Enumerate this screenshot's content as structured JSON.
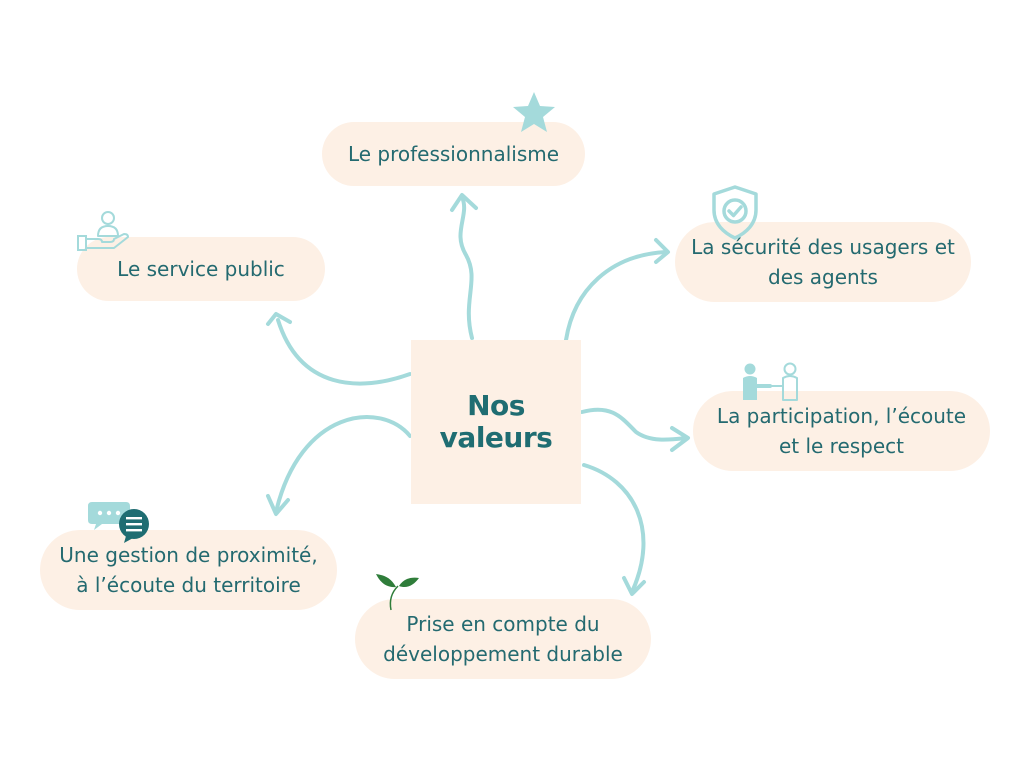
{
  "diagram": {
    "center": {
      "title": "Nos valeurs"
    },
    "values": [
      {
        "id": "professionnalisme",
        "label": "Le professionnalisme",
        "icon": "star-icon"
      },
      {
        "id": "securite",
        "label": "La sécurité des usagers et des agents",
        "icon": "shield-check-icon"
      },
      {
        "id": "participation",
        "label": "La participation, l’écoute et le respect",
        "icon": "handshake-icon"
      },
      {
        "id": "durable",
        "label": "Prise en compte du développement durable",
        "icon": "sprout-icon"
      },
      {
        "id": "gestion",
        "label": "Une gestion de proximité, à l’écoute du territoire",
        "icon": "speech-bubbles-icon"
      },
      {
        "id": "service",
        "label": "Le service public",
        "icon": "hand-person-icon"
      }
    ],
    "colors": {
      "box_fill": "#fdf0e5",
      "arrow": "#a4dadb",
      "text": "#246a70",
      "title": "#1f6d72",
      "icon_light": "#a4dadb",
      "icon_dark": "#1f6d72",
      "leaf": "#2f7d3a"
    }
  }
}
